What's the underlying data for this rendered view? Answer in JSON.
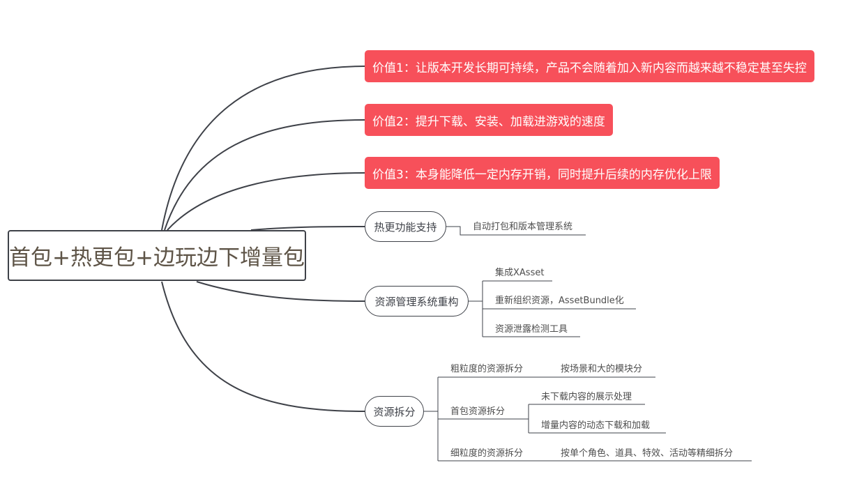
{
  "root": {
    "label": "首包+热更包+边玩边下增量包"
  },
  "values": [
    {
      "label": "价值1：让版本开发长期可持续，产品不会随着加入新内容而越来越不稳定甚至失控"
    },
    {
      "label": "价值2：提升下载、安装、加载进游戏的速度"
    },
    {
      "label": "价值3：本身能降低一定内存开销，同时提升后续的内存优化上限"
    }
  ],
  "branches": {
    "hotupdate": {
      "label": "热更功能支持",
      "children": [
        "自动打包和版本管理系统"
      ]
    },
    "resource_mgmt": {
      "label": "资源管理系统重构",
      "children": [
        "集成XAsset",
        "重新组织资源，AssetBundle化",
        "资源泄露检测工具"
      ]
    },
    "split": {
      "label": "资源拆分",
      "coarse": {
        "label": "粗粒度的资源拆分",
        "child": "按场景和大的模块分"
      },
      "first_pkg": {
        "label": "首包资源拆分",
        "children": [
          "未下载内容的展示处理",
          "增量内容的动态下载和加载"
        ]
      },
      "fine": {
        "label": "细粒度的资源拆分",
        "child": "按单个角色、道具、特效、活动等精细拆分"
      }
    }
  },
  "colors": {
    "value_fill": "#f7505a",
    "line": "#3e4148",
    "root_text": "#5e5447"
  }
}
